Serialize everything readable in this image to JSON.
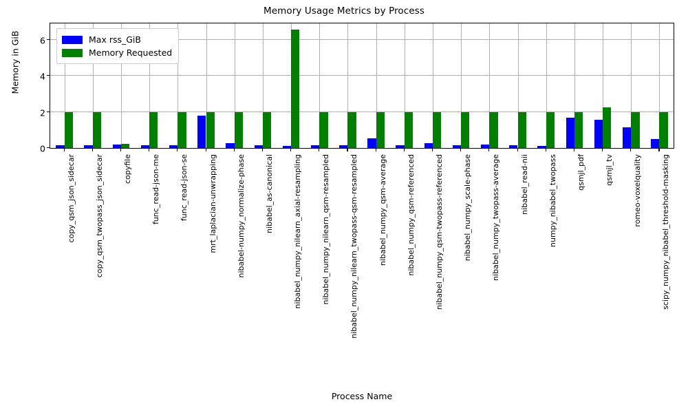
{
  "chart_data": {
    "type": "bar",
    "title": "Memory Usage Metrics by Process",
    "xlabel": "Process Name",
    "ylabel": "Memory in GiB",
    "ylim": [
      0,
      6.9
    ],
    "yticks": [
      0,
      2,
      4,
      6
    ],
    "ytick_labels": [
      "0",
      "2",
      "4",
      "6"
    ],
    "grid": true,
    "legend_position": "upper left",
    "categories": [
      "copy_qsm_json_sidecar",
      "copy_qsm_twopass_json_sidecar",
      "copyfile",
      "func_read-json-me",
      "func_read-json-se",
      "mrt_laplacian-unwrapping",
      "nibabel-numpy_normalize-phase",
      "nibabel_as-canonical",
      "nibabel_numpy_nilearn_axial-resampling",
      "nibabel_numpy_nilearn_qsm-resampled",
      "nibabel_numpy_nilearn_twopass-qsm-resampled",
      "nibabel_numpy_qsm-average",
      "nibabel_numpy_qsm-referenced",
      "nibabel_numpy_qsm-twopass-referenced",
      "nibabel_numpy_scale-phase",
      "nibabel_numpy_twopass-average",
      "nibabel_read-nii",
      "numpy_nibabel_twopass",
      "qsmjl_pdf",
      "qsmjl_tv",
      "romeo-voxelquality",
      "scipy_numpy_nibabel_threshold-masking"
    ],
    "series": [
      {
        "name": "Max rss_GiB",
        "color": "#0000ff",
        "values": [
          0.14,
          0.14,
          0.19,
          0.14,
          0.14,
          1.78,
          0.25,
          0.14,
          0.13,
          0.14,
          0.14,
          0.55,
          0.14,
          0.28,
          0.14,
          0.18,
          0.14,
          0.13,
          1.67,
          1.55,
          1.13,
          0.5
        ]
      },
      {
        "name": "Memory Requested",
        "color": "#007f00",
        "values": [
          2.0,
          2.0,
          0.23,
          2.0,
          2.0,
          2.0,
          2.0,
          2.0,
          6.55,
          2.0,
          2.0,
          2.0,
          2.0,
          2.0,
          2.0,
          2.0,
          2.0,
          2.0,
          2.0,
          2.25,
          2.0,
          2.0
        ]
      }
    ]
  },
  "legend": {
    "entries": [
      {
        "label": "Max rss_GiB"
      },
      {
        "label": "Memory Requested"
      }
    ]
  }
}
